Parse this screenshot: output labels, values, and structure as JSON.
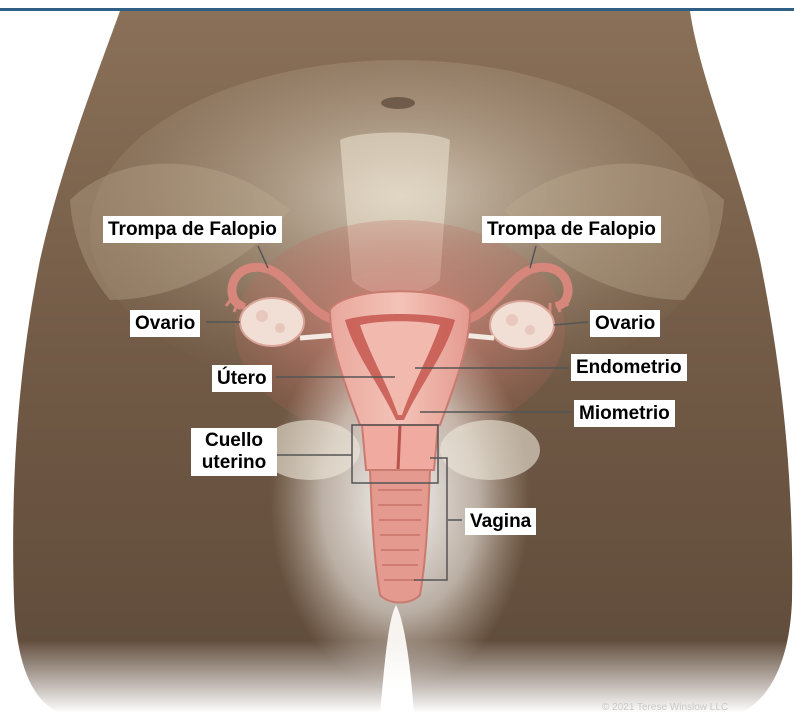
{
  "colors": {
    "top_rule": "#2f5f85",
    "skin": "#7d6450",
    "uterus": "#e8a39b",
    "pelvis_bone": "#e6d9b8"
  },
  "labels": {
    "fallopian_tube_left": "Trompa de Falopio",
    "fallopian_tube_right": "Trompa de Falopio",
    "ovary_left": "Ovario",
    "ovary_right": "Ovario",
    "uterus": "Útero",
    "endometrium": "Endometrio",
    "myometrium": "Miometrio",
    "cervix": "Cuello uterino",
    "vagina": "Vagina"
  },
  "copyright": "© 2021 Terese Winslow LLC"
}
